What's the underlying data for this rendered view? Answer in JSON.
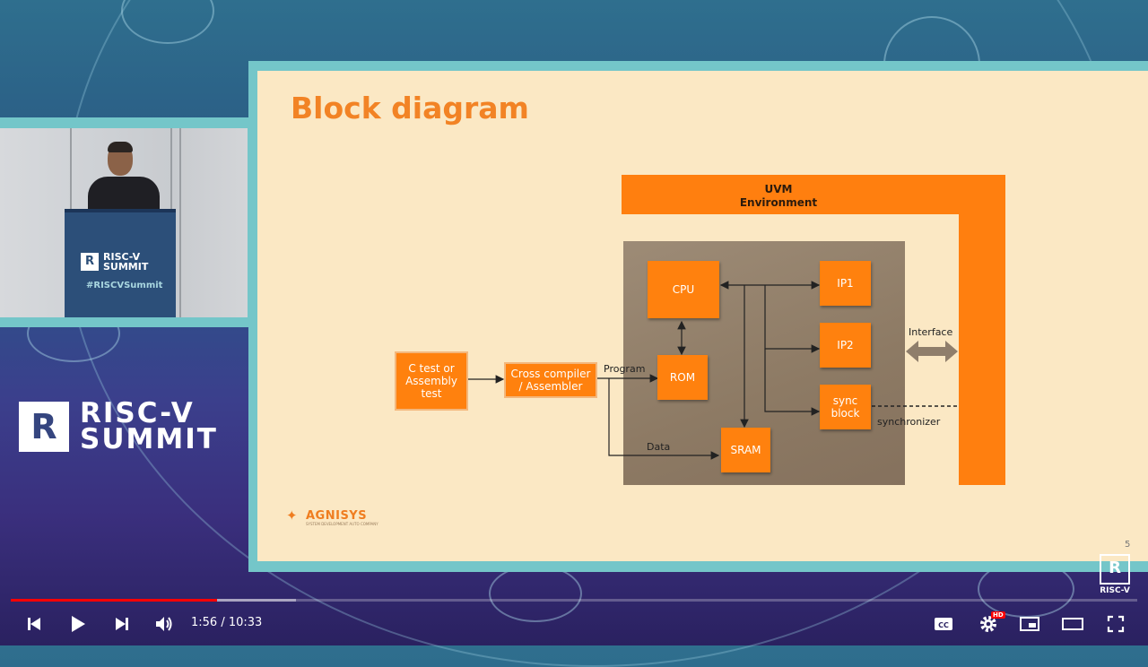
{
  "event": {
    "logo_mark": "R",
    "name_line1": "RISC-V",
    "name_line2": "SUMMIT",
    "hashtag": "#RISCVSummit",
    "watermark_mark": "R",
    "watermark_text": "RISC-V"
  },
  "slide": {
    "title": "Block diagram",
    "page_number": "5",
    "company": "AGNISYS",
    "company_tagline": "SYSTEM DEVELOPMENT AUTO COMPANY",
    "uvm_label_line1": "UVM",
    "uvm_label_line2": "Environment",
    "blocks": {
      "ctest_line1": "C test or",
      "ctest_line2": "Assembly",
      "ctest_line3": "test",
      "compiler_line1": "Cross compiler",
      "compiler_line2": "/ Assembler",
      "cpu": "CPU",
      "rom": "ROM",
      "sram": "SRAM",
      "ip1": "IP1",
      "ip2": "IP2",
      "sync_line1": "sync",
      "sync_line2": "block"
    },
    "labels": {
      "program": "Program",
      "data": "Data",
      "interface": "Interface",
      "synchronizer": "synchronizer"
    }
  },
  "player": {
    "current_time": "1:56",
    "duration": "10:33",
    "time_display": "1:56 / 10:33",
    "progress_fraction": 0.183,
    "hd_badge": "HD",
    "accent": "#ff0000"
  }
}
